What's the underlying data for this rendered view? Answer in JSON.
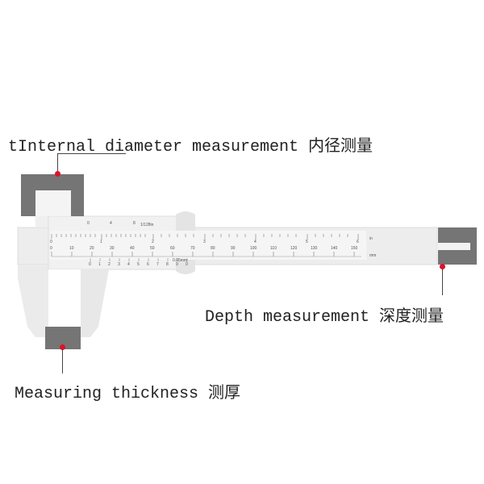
{
  "labels": {
    "internal": "tInternal diameter measurement 内径测量",
    "depth": "Depth measurement 深度测量",
    "thickness": "Measuring thickness 测厚"
  },
  "ruler": {
    "inch_top": [
      "0",
      "4",
      "8"
    ],
    "inch_fraction": "1/128in",
    "inch_main": [
      "0",
      "1",
      "2",
      "3",
      "4",
      "5",
      "6"
    ],
    "inch_unit": "in",
    "mm_main": [
      "0",
      "10",
      "20",
      "30",
      "40",
      "50",
      "60",
      "70",
      "80",
      "90",
      "100",
      "110",
      "120",
      "130",
      "140",
      "150"
    ],
    "mm_unit": "mm",
    "vernier": [
      "0",
      "1",
      "2",
      "3",
      "4",
      "5",
      "6",
      "7",
      "8",
      "9",
      "0"
    ],
    "vernier_precision": "0.05mm"
  },
  "colors": {
    "highlight_box": "#757575",
    "marker_dot": "#e0102a",
    "leader_line": "#444444",
    "caliper_body": "#ececec"
  }
}
